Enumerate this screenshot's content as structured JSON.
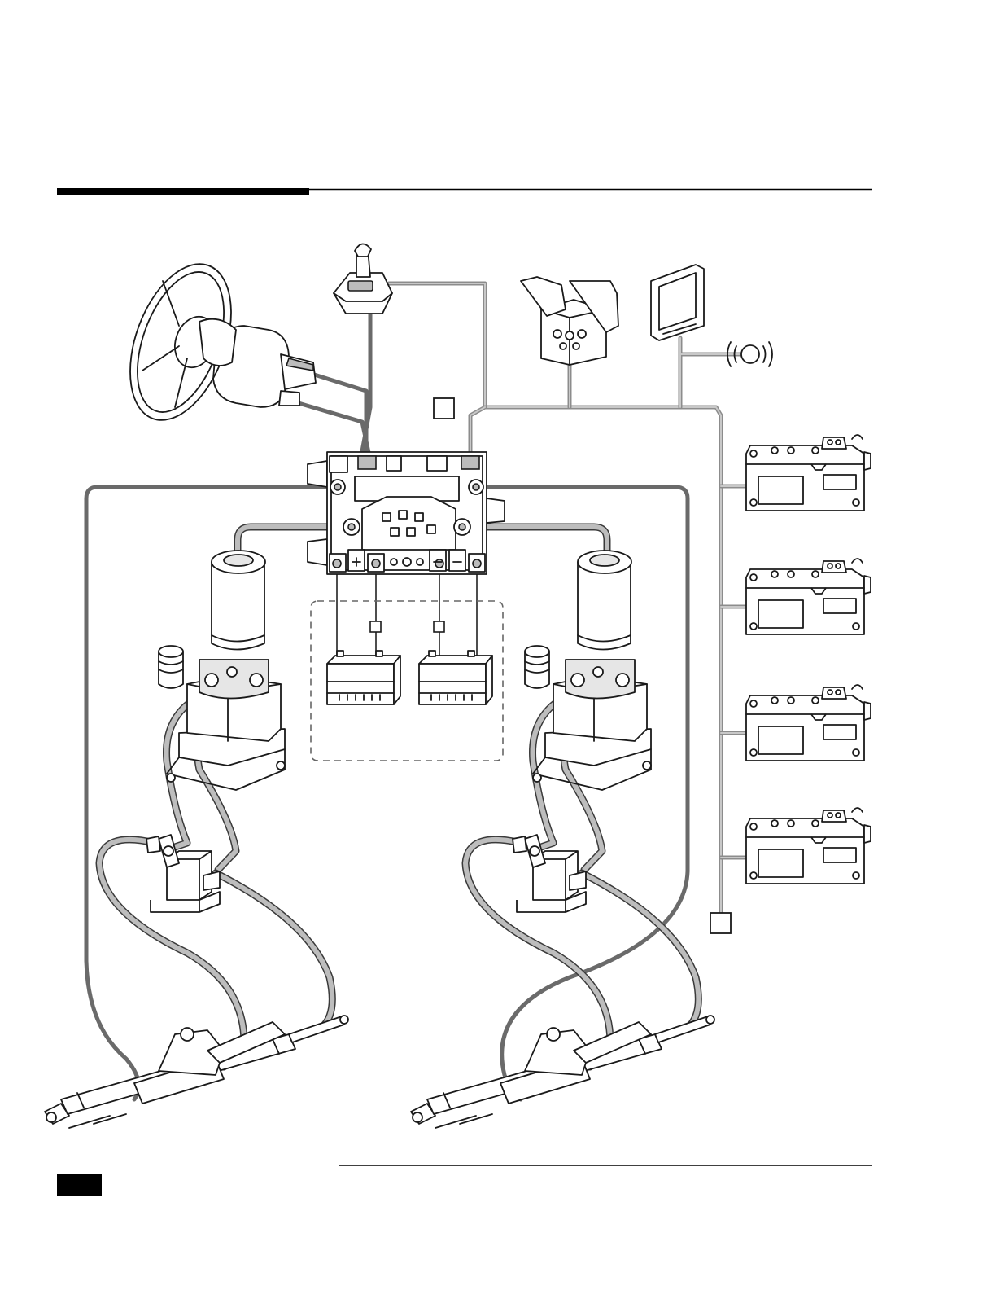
{
  "page": {
    "title": "",
    "footer_tab": ""
  },
  "diagram": {
    "nodes": [
      {
        "id": "steering-wheel",
        "label": ""
      },
      {
        "id": "joystick",
        "label": ""
      },
      {
        "id": "throttle-control",
        "label": ""
      },
      {
        "id": "display",
        "label": ""
      },
      {
        "id": "gps-antenna",
        "label": ""
      },
      {
        "id": "callout-a",
        "label": ""
      },
      {
        "id": "callout-b",
        "label": ""
      },
      {
        "id": "callout-c",
        "label": ""
      },
      {
        "id": "callout-d",
        "label": ""
      },
      {
        "id": "control-module",
        "label": ""
      },
      {
        "id": "engine-ecm-1",
        "label": ""
      },
      {
        "id": "engine-ecm-2",
        "label": ""
      },
      {
        "id": "engine-ecm-3",
        "label": ""
      },
      {
        "id": "engine-ecm-4",
        "label": ""
      },
      {
        "id": "battery-left",
        "label": ""
      },
      {
        "id": "battery-right",
        "label": ""
      },
      {
        "id": "pump-left",
        "label": ""
      },
      {
        "id": "pump-right",
        "label": ""
      },
      {
        "id": "valve-left",
        "label": ""
      },
      {
        "id": "valve-right",
        "label": ""
      },
      {
        "id": "cylinder-left",
        "label": ""
      },
      {
        "id": "cylinder-right",
        "label": ""
      }
    ],
    "edges": [
      {
        "from": "steering-wheel",
        "to": "control-module",
        "style": "wire"
      },
      {
        "from": "joystick",
        "to": "control-module",
        "style": "wire"
      },
      {
        "from": "joystick",
        "to": "can-bus",
        "style": "bus"
      },
      {
        "from": "throttle-control",
        "to": "can-bus",
        "style": "bus"
      },
      {
        "from": "display",
        "to": "can-bus",
        "style": "bus"
      },
      {
        "from": "display",
        "to": "gps-antenna",
        "style": "bus"
      },
      {
        "from": "can-bus",
        "to": "control-module",
        "style": "bus"
      },
      {
        "from": "can-bus",
        "to": "engine-ecm-1",
        "style": "bus"
      },
      {
        "from": "can-bus",
        "to": "engine-ecm-2",
        "style": "bus"
      },
      {
        "from": "can-bus",
        "to": "engine-ecm-3",
        "style": "bus"
      },
      {
        "from": "can-bus",
        "to": "engine-ecm-4",
        "style": "bus"
      },
      {
        "from": "control-module",
        "to": "pump-left",
        "style": "wire"
      },
      {
        "from": "control-module",
        "to": "pump-right",
        "style": "wire"
      },
      {
        "from": "control-module",
        "to": "cylinder-left",
        "style": "wire"
      },
      {
        "from": "control-module",
        "to": "cylinder-right",
        "style": "wire"
      },
      {
        "from": "control-module",
        "to": "battery-left",
        "style": "thin"
      },
      {
        "from": "control-module",
        "to": "battery-right",
        "style": "thin"
      },
      {
        "from": "pump-left",
        "to": "valve-left",
        "style": "hose"
      },
      {
        "from": "pump-right",
        "to": "valve-right",
        "style": "hose"
      },
      {
        "from": "valve-left",
        "to": "cylinder-left",
        "style": "hose"
      },
      {
        "from": "valve-right",
        "to": "cylinder-right",
        "style": "hose"
      }
    ]
  }
}
